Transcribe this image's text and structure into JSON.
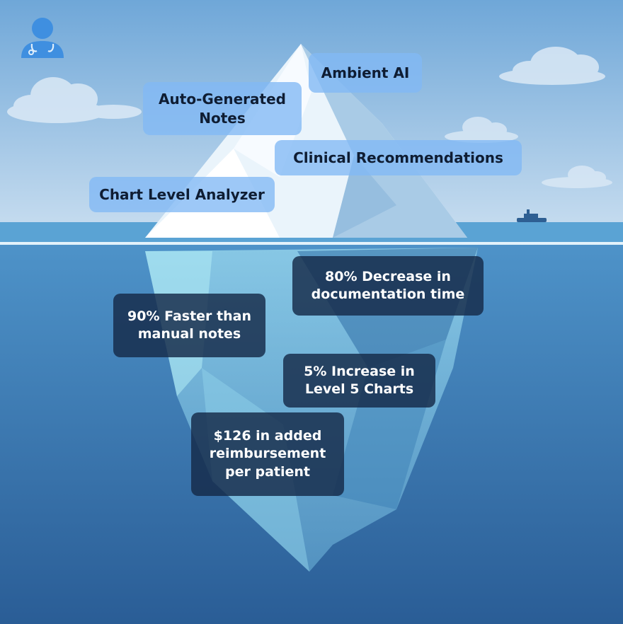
{
  "above_water": [
    {
      "text": "Ambient AI"
    },
    {
      "text": "Auto-Generated Notes",
      "lines": [
        "Auto-Generated",
        "Notes"
      ]
    },
    {
      "text": "Clinical Recommendations"
    },
    {
      "text": "Chart Level Analyzer"
    }
  ],
  "below_water": [
    {
      "text": "80% Decrease in documentation time",
      "lines": [
        "80% Decrease in",
        "documentation time"
      ]
    },
    {
      "text": "90% Faster than manual notes",
      "lines": [
        "90% Faster than",
        "manual notes"
      ]
    },
    {
      "text": "5% Increase in Level 5 Charts",
      "lines": [
        "5% Increase in",
        "Level 5 Charts"
      ]
    },
    {
      "text": "$126 in added reimbursement per patient",
      "lines": [
        "$126 in added",
        "reimbursement",
        "per patient"
      ]
    }
  ],
  "icons": {
    "logo": "doctor-avatar-icon",
    "ship": "ship-icon"
  },
  "colors": {
    "sky_top": "#6fa7d8",
    "sky_bottom": "#c9def0",
    "water_top": "#4e93c9",
    "water_bottom": "#2a5d96",
    "label_above_bg": "#82b9f5",
    "label_below_bg": "#152948"
  }
}
